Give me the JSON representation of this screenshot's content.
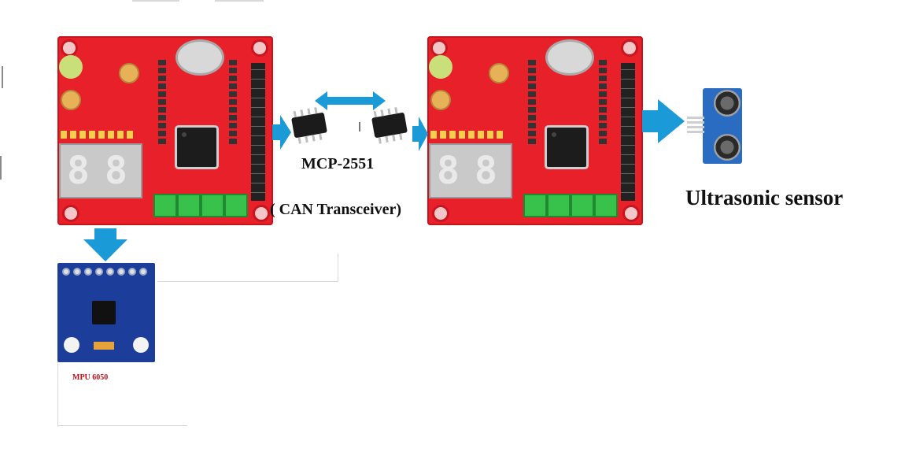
{
  "title": "",
  "nodes": [
    {
      "id": "controller_board_1",
      "label": ""
    },
    {
      "id": "controller_board_2",
      "label": ""
    },
    {
      "id": "can_transceiver",
      "label": "MCP-2551",
      "sublabel": "( CAN Transceiver)"
    },
    {
      "id": "imu",
      "label": "MPU 6050"
    },
    {
      "id": "ultrasonic",
      "label": "Ultrasonic sensor"
    }
  ],
  "edges": [
    {
      "from": "controller_board_1",
      "to": "can_transceiver"
    },
    {
      "from": "can_transceiver",
      "to": "can_transceiver",
      "bidirectional": true
    },
    {
      "from": "can_transceiver",
      "to": "controller_board_2"
    },
    {
      "from": "controller_board_2",
      "to": "ultrasonic"
    },
    {
      "from": "controller_board_1",
      "to": "imu"
    }
  ],
  "colors": {
    "arrow": "#1b9ad8",
    "board": "#e8202a",
    "imu_board": "#1c3e9a",
    "imu_label": "#c0111a"
  },
  "icons": [
    "microcontroller-board",
    "8-pin-dip-chip",
    "accelerometer-module",
    "ultrasonic-module"
  ]
}
